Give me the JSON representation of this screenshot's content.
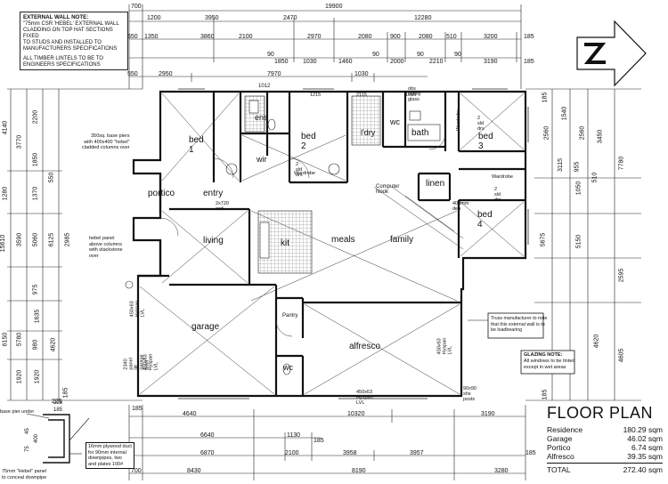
{
  "notes": {
    "wall_note_title": "EXTERNAL WALL NOTE:",
    "wall_note_line1": "\"75mm CSR 'HEBEL' EXTERNAL WALL",
    "wall_note_line2": "CLADDING ON TOP HAT SECTIONS FIXED",
    "wall_note_line3": "TO STUDS AND INSTALLED TO",
    "wall_note_line4": "MANUFACTURERS SPECIFICATIONS",
    "timber_note_line1": "ALL TIMBER LINTELS TO BE TO",
    "timber_note_line2": "ENGINEERS SPECIFICATIONS",
    "glazing_title": "GLAZING NOTE:",
    "glazing_line1": "All windows to be tinted",
    "glazing_line2": "except in wet areas",
    "truss_line1": "Truss manufacturer to note",
    "truss_line2": "that this external wall is to",
    "truss_line3": "be loadbearing",
    "pier_line1": "350sq. base piers",
    "pier_line2": "with 400x400 \"hebel\"",
    "pier_line3": "cladded columns over",
    "hebel_panel_line1": "hebel panel",
    "hebel_panel_line2": "above columns",
    "hebel_panel_line3": "with stackstone",
    "hebel_panel_line4": "over",
    "duct_line1": "16mm plywood duct",
    "duct_line2": "for 90mm internal",
    "duct_line3": "downpipes, two",
    "duct_line4": "and plates 100#",
    "base_pier_under": "base pier under",
    "hebel_75_line1": "75mm \"Hebel\" panel",
    "hebel_75_line2": "to conceal downpipe",
    "obs_glass": "obs safety glass"
  },
  "rooms": {
    "bed1": "bed 1",
    "ens": "ens",
    "wir": "wir",
    "bed2": "bed 2",
    "ldry": "l'dry",
    "wc_top": "wc",
    "bath": "bath",
    "bed3": "bed 3",
    "bed4": "bed 4",
    "linen": "linen",
    "portico": "portico",
    "entry": "entry",
    "living": "living",
    "kit": "kit",
    "meals": "meals",
    "family": "family",
    "garage": "garage",
    "alfresco": "alfresco",
    "pantry": "Pantry",
    "wc_bottom": "wc",
    "computer_nook": "Computer Nook",
    "wardrobe1": "Wardrobe",
    "wardrobe2": "Wardrobe",
    "wardrobe3": "Wardrobe",
    "sld_drs1": "2 sld drs",
    "sld_drs2": "2 sld drs",
    "sld_drs3": "2 sld drs",
    "door_2x720": "2x720 cxd",
    "hyspan1": "450x63 Hyspan LVL",
    "hyspan2": "450x63 Hyspan LVL",
    "hyspan3": "450x63 Hyspan LVL",
    "hyspan4": "450x63 Hyspan LVL",
    "panel_lift": "2340 panel lift garage door",
    "shs_posts": "90x90 shs posts",
    "dep": "400mm dep"
  },
  "dims_top": {
    "row0": [
      "700",
      "19900"
    ],
    "row1": [
      "1200",
      "3950",
      "2470",
      "12280"
    ],
    "row2": [
      "550",
      "1350",
      "3860",
      "2100",
      "2970",
      "2080",
      "900",
      "2080",
      "510",
      "3200",
      "185"
    ],
    "row3": [
      "90",
      "1850",
      "1030",
      "1460",
      "90",
      "2000",
      "90",
      "2210",
      "90",
      "3190",
      "185"
    ],
    "row4": [
      "550",
      "2950",
      "7970",
      "1030"
    ],
    "row5": [
      "1012",
      "1215",
      "2115",
      "1015"
    ]
  },
  "dims_left": [
    "4140",
    "3770",
    "2200",
    "1850",
    "1280",
    "1370",
    "550",
    "15610",
    "3590",
    "6125",
    "5060",
    "2985",
    "6150",
    "5780",
    "975",
    "1635",
    "980",
    "4620",
    "1920",
    "1920",
    "185",
    "225"
  ],
  "dims_right": [
    "185",
    "1540",
    "2560",
    "2560",
    "3450",
    "7780",
    "3115",
    "1050",
    "955",
    "510",
    "5150",
    "5675",
    "2595",
    "4620",
    "4605",
    "185"
  ],
  "dims_bottom": {
    "row1": [
      "185",
      "4640",
      "10320",
      "3190"
    ],
    "row2": [
      "6640",
      "1130",
      "185"
    ],
    "row3": [
      "6870",
      "2100",
      "3958",
      "3957",
      "185"
    ],
    "row4": [
      "700",
      "8430",
      "8190",
      "3280"
    ]
  },
  "floor_plan": {
    "title": "FLOOR PLAN",
    "rows": [
      {
        "label": "Residence",
        "value": "180.29 sqm"
      },
      {
        "label": "Garage",
        "value": "46.02 sqm"
      },
      {
        "label": "Portico",
        "value": "6.74 sqm"
      },
      {
        "label": "Alfresco",
        "value": "39.35 sqm"
      }
    ],
    "total_label": "TOTAL",
    "total_value": "272.40 sqm"
  },
  "north_label": "N"
}
